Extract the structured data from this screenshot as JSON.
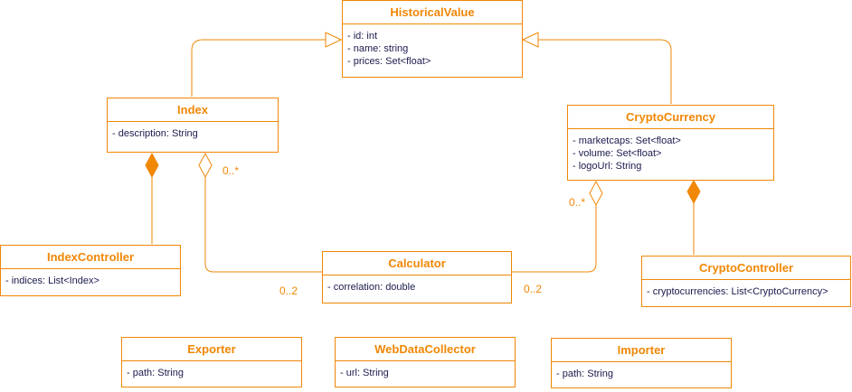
{
  "colors": {
    "stroke": "#f08705",
    "title": "#f08705",
    "text": "#1a1a4e",
    "background": "#ffffff"
  },
  "classes": {
    "historical_value": {
      "name": "HistoricalValue",
      "attributes": [
        "- id: int",
        "- name: string",
        "- prices: Set<float>"
      ]
    },
    "index": {
      "name": "Index",
      "attributes": [
        "- description: String"
      ]
    },
    "crypto_currency": {
      "name": "CryptoCurrency",
      "attributes": [
        "- marketcaps: Set<float>",
        "- volume: Set<float>",
        "- logoUrl: String"
      ]
    },
    "index_controller": {
      "name": "IndexController",
      "attributes": [
        "- indices: List<Index>"
      ]
    },
    "calculator": {
      "name": "Calculator",
      "attributes": [
        "- correlation: double"
      ]
    },
    "crypto_controller": {
      "name": "CryptoController",
      "attributes": [
        "- cryptocurrencies: List<CryptoCurrency>"
      ]
    },
    "exporter": {
      "name": "Exporter",
      "attributes": [
        "- path: String"
      ]
    },
    "web_data_collector": {
      "name": "WebDataCollector",
      "attributes": [
        "- url: String"
      ]
    },
    "importer": {
      "name": "Importer",
      "attributes": [
        "- path: String"
      ]
    }
  },
  "multiplicities": {
    "index_calc_near_index": "0..*",
    "index_calc_near_calc": "0..2",
    "crypto_calc_near_crypto": "0..*",
    "crypto_calc_near_calc": "0..2"
  },
  "relations": [
    {
      "from": "Index",
      "to": "HistoricalValue",
      "type": "inheritance"
    },
    {
      "from": "CryptoCurrency",
      "to": "HistoricalValue",
      "type": "inheritance"
    },
    {
      "from": "IndexController",
      "to": "Index",
      "type": "composition"
    },
    {
      "from": "CryptoController",
      "to": "CryptoCurrency",
      "type": "composition"
    },
    {
      "from": "Calculator",
      "to": "Index",
      "type": "aggregation"
    },
    {
      "from": "Calculator",
      "to": "CryptoCurrency",
      "type": "aggregation"
    }
  ]
}
